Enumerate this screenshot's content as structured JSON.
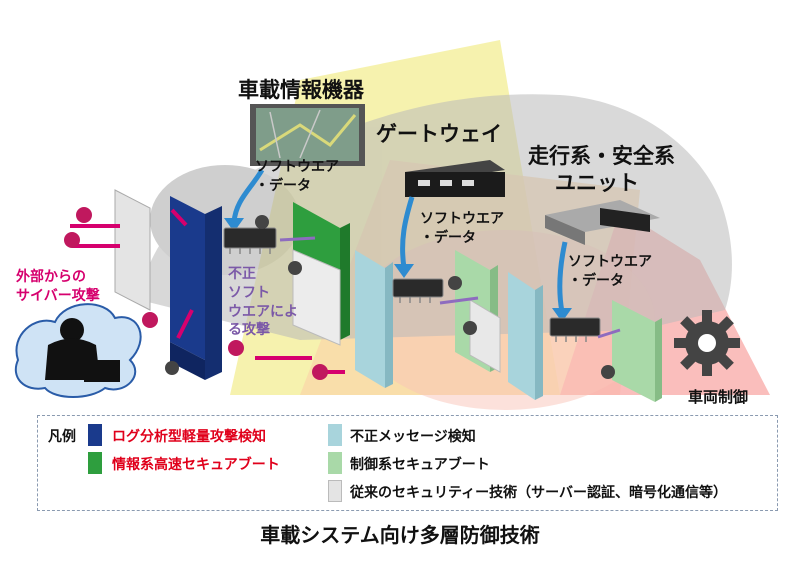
{
  "labels": {
    "infotainment": "車載情報機器",
    "gateway": "ゲートウェイ",
    "drive_unit_line1": "走行系・安全系",
    "drive_unit_line2": "ユニット",
    "sw_data_1_line1": "ソフトウエア",
    "sw_data_1_line2": "・データ",
    "sw_data_2_line1": "ソフトウエア",
    "sw_data_2_line2": "・データ",
    "sw_data_3_line1": "ソフトウエア",
    "sw_data_3_line2": "・データ",
    "external_attack_line1": "外部からの",
    "external_attack_line2": "サイバー攻撃",
    "malware_line1": "不正",
    "malware_line2": "ソフト",
    "malware_line3": "ウエアによる攻撃",
    "vehicle_control": "車両制御"
  },
  "legend": {
    "heading": "凡例",
    "items": [
      {
        "label": "ログ分析型軽量攻撃検知",
        "color": "#1a3a8c",
        "text_color": "#e0001b"
      },
      {
        "label": "情報系高速セキュアブート",
        "color": "#2e9e3e",
        "text_color": "#e0001b"
      },
      {
        "label": "不正メッセージ検知",
        "color": "#a8d4dc",
        "text_color": "#111111"
      },
      {
        "label": "制御系セキュアブート",
        "color": "#a9d9a8",
        "text_color": "#111111"
      },
      {
        "label": "従来のセキュリティー技術（サーバー認証、暗号化通信等）",
        "color": "#e4e4e4",
        "text_color": "#111111"
      }
    ]
  },
  "title": "車載システム向け多層防御技術",
  "colors": {
    "zone_yellow": "#f4f0a0",
    "zone_pink": "#f9b3b0",
    "zone_orange": "#fad7a8",
    "attack_arrow": "#d6006e",
    "data_arrow": "#2e8bd0",
    "malware_arrow": "#8e6cbf"
  }
}
